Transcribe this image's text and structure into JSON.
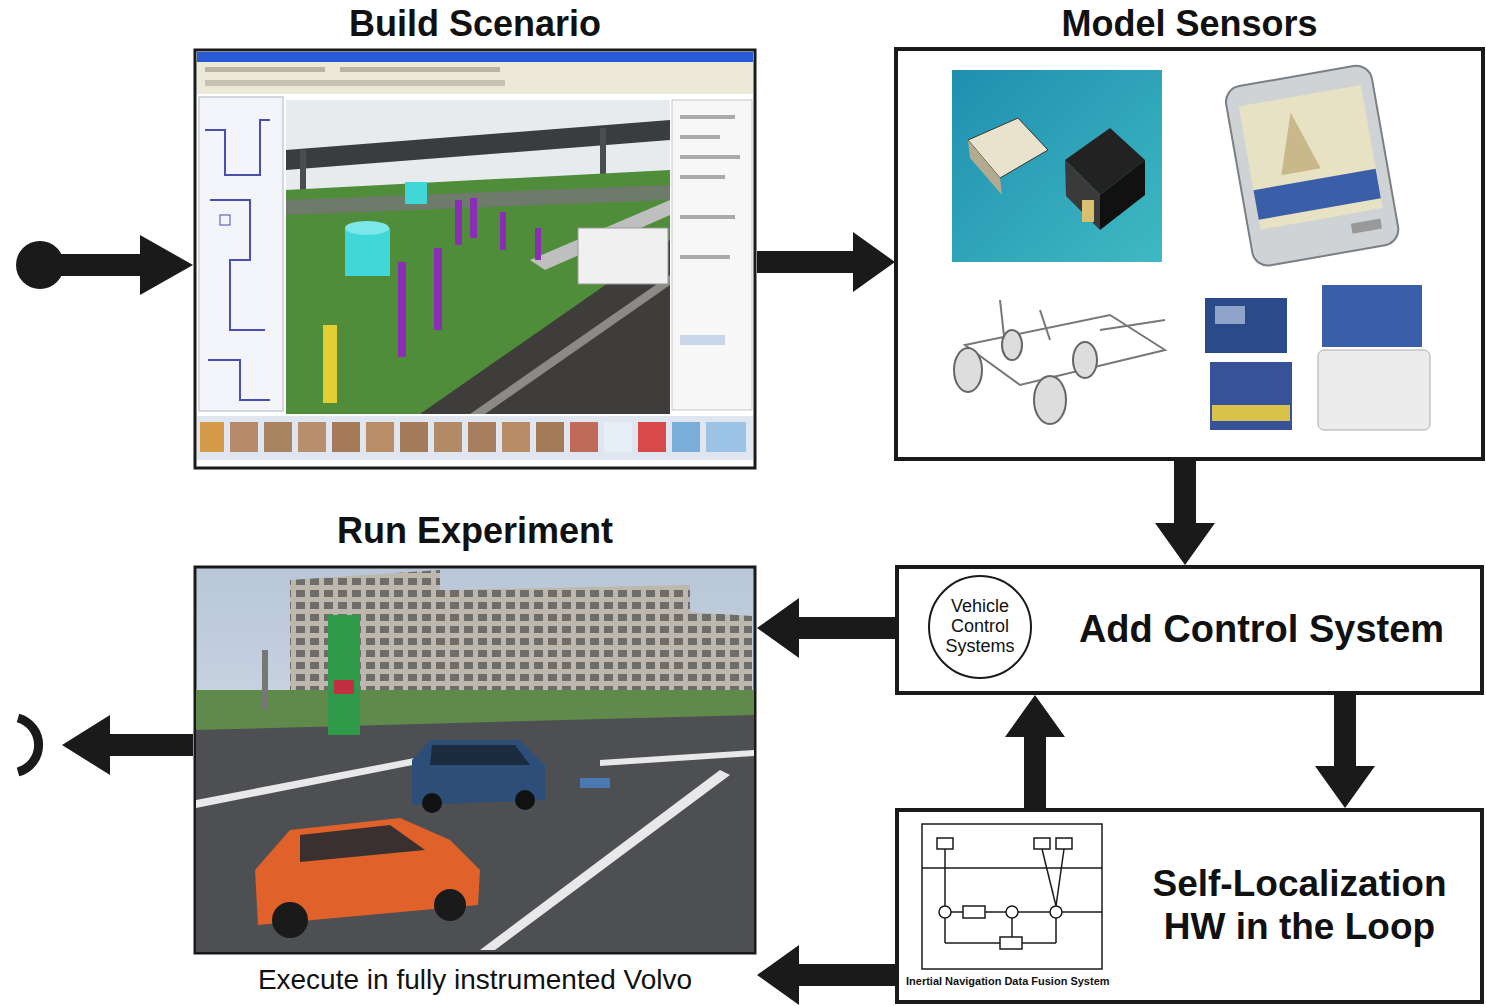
{
  "diagram": {
    "nodes": [
      {
        "text": [
          "Build Scenario"
        ]
      },
      {
        "text": [
          "Model Sensors"
        ]
      },
      {
        "text": [
          "Run Experiment",
          "Execute in fully instrumented Volvo"
        ]
      },
      {
        "text": [
          "Add Control System"
        ]
      },
      {
        "text": [
          "Vehicle Control Systems"
        ],
        "in": 3
      },
      {
        "text": [
          "Self-Localization HW in the Loop"
        ]
      }
    ],
    "edges": [
      {
        "from": 0,
        "to": 1,
        "arrow": "to"
      },
      {
        "from": 1,
        "to": 3,
        "arrow": "to"
      },
      {
        "from": 3,
        "to": 2,
        "arrow": "to"
      },
      {
        "from": 3,
        "to": 5,
        "arrow": "to"
      },
      {
        "from": 5,
        "to": 3,
        "arrow": "to"
      },
      {
        "from": 5,
        "to": 2,
        "arrow": "to"
      }
    ],
    "labels": [
      "Inertial Navigation Data Fusion System"
    ]
  }
}
